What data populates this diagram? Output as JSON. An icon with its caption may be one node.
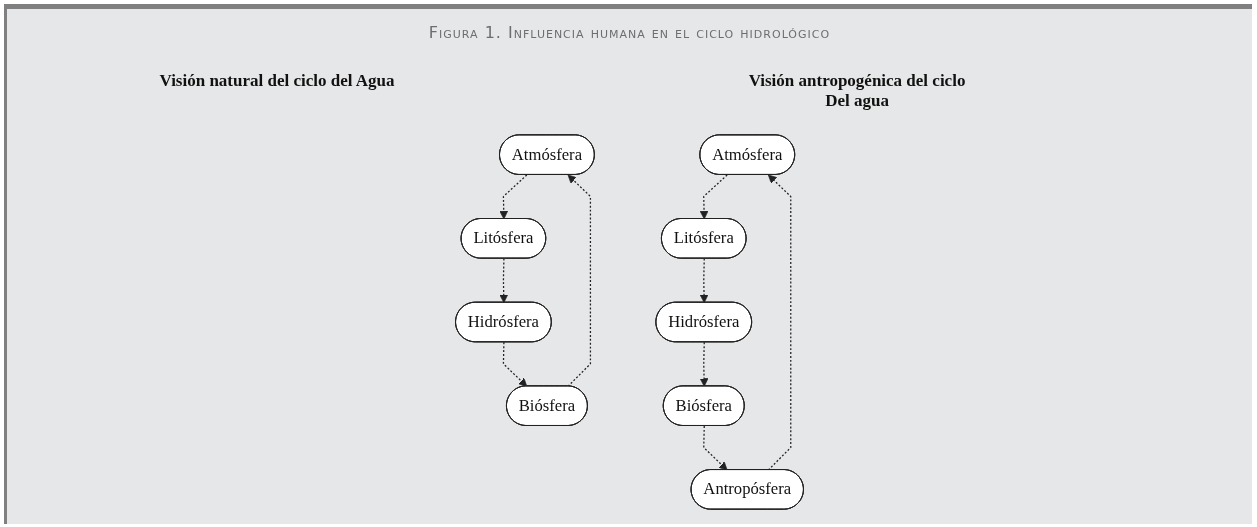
{
  "diagram": {
    "title": "Figura 1. Influencia humana en el ciclo hidrológico",
    "nodes": [
      {
        "text": [
          "Atmósfera"
        ]
      },
      {
        "text": [
          "Litósfera"
        ]
      },
      {
        "text": [
          "Hidrósfera"
        ]
      },
      {
        "text": [
          "Biósfera"
        ]
      },
      {
        "text": [
          "Atmósfera"
        ]
      },
      {
        "text": [
          "Litósfera"
        ]
      },
      {
        "text": [
          "Hidrósfera"
        ]
      },
      {
        "text": [
          "Biósfera"
        ]
      },
      {
        "text": [
          "Antropósfera"
        ]
      }
    ],
    "edges": [
      {
        "from": 0,
        "to": 1,
        "arrow": "to",
        "style": "dashed"
      },
      {
        "from": 1,
        "to": 2,
        "arrow": "to",
        "style": "dashed"
      },
      {
        "from": 2,
        "to": 3,
        "arrow": "to",
        "style": "dashed"
      },
      {
        "from": 3,
        "to": 0,
        "arrow": "to",
        "style": "dashed"
      },
      {
        "from": 4,
        "to": 5,
        "arrow": "to",
        "style": "dashed"
      },
      {
        "from": 5,
        "to": 6,
        "arrow": "to",
        "style": "dashed"
      },
      {
        "from": 6,
        "to": 7,
        "arrow": "to",
        "style": "dashed"
      },
      {
        "from": 7,
        "to": 8,
        "arrow": "to",
        "style": "dashed"
      },
      {
        "from": 8,
        "to": 4,
        "arrow": "to",
        "style": "dashed"
      }
    ],
    "labels": [
      "Visión natural del ciclo del Agua",
      "Visión antropogénica del ciclo Del agua"
    ]
  }
}
